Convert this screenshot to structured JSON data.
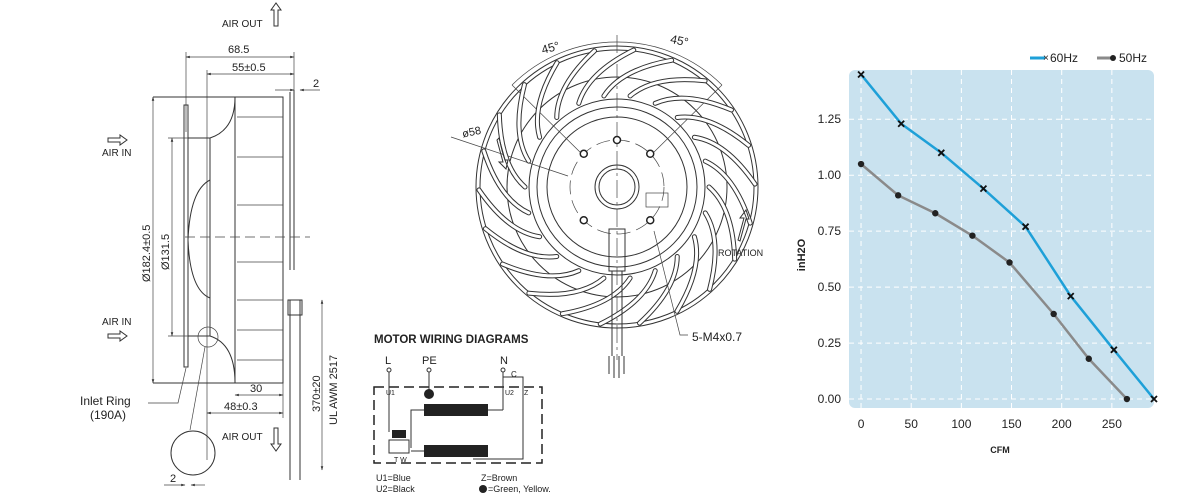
{
  "side_view": {
    "air_out_top": "AIR OUT",
    "air_out_bottom": "AIR OUT",
    "air_in_top": "AIR IN",
    "air_in_bottom": "AIR IN",
    "dim_overall_width": "68.5",
    "dim_body_width": "55±0.5",
    "dim_plate": "2",
    "dim_outer_dia": "Ø182.4±0.5",
    "dim_inlet_dia": "Ø131.5",
    "dim_blade": "30",
    "dim_depth": "48±0.3",
    "dim_cable_len": "370±20",
    "cable_spec": "UL AWM 2517",
    "inlet_ring_label": "Inlet Ring",
    "inlet_ring_code": "(190A)",
    "dim_detail": "2"
  },
  "front_view": {
    "angle_left": "45°",
    "angle_right": "45°",
    "hole_circle": "ø58",
    "rotation_label": "ROTATION",
    "screw_spec": "5-M4x0.7"
  },
  "wiring": {
    "title": "MOTOR WIRING DIAGRAMS",
    "terminal_l": "L",
    "terminal_pe": "PE",
    "terminal_n": "N",
    "capacitor": "C",
    "u1": "U1",
    "u2": "U2",
    "z": "Z",
    "tw": "T W",
    "legend_u1": "U1=Blue",
    "legend_u2": "U2=Black",
    "legend_z": "Z=Brown",
    "legend_pe": "=Green, Yellow."
  },
  "chart_data": {
    "type": "line",
    "title": "",
    "xlabel": "CFM",
    "ylabel": "inH2O",
    "xlim": [
      -12,
      292
    ],
    "ylim": [
      -0.04,
      1.47
    ],
    "xticks": [
      0,
      50,
      100,
      150,
      200,
      250
    ],
    "xtick_labels": [
      "0",
      "50",
      "100",
      "150",
      "200",
      "250"
    ],
    "yticks": [
      0,
      0.25,
      0.5,
      0.75,
      1.0,
      1.25
    ],
    "ytick_labels": [
      "0.00",
      "0.25",
      "0.50",
      "0.75",
      "1.00",
      "1.25"
    ],
    "grid": true,
    "legend_position": "top-right",
    "series": [
      {
        "name": "60Hz",
        "marker": "x",
        "color": "#1ea0d8",
        "x": [
          0,
          40,
          80,
          122,
          164,
          209,
          252,
          292
        ],
        "y": [
          1.45,
          1.23,
          1.1,
          0.94,
          0.77,
          0.46,
          0.22,
          0.0
        ]
      },
      {
        "name": "50Hz",
        "marker": "dot",
        "color": "#8a8a8a",
        "x": [
          0,
          37,
          74,
          111,
          148,
          192,
          227,
          265
        ],
        "y": [
          1.05,
          0.91,
          0.83,
          0.73,
          0.61,
          0.38,
          0.18,
          0.0
        ]
      }
    ],
    "background": "#c9e2ef"
  }
}
